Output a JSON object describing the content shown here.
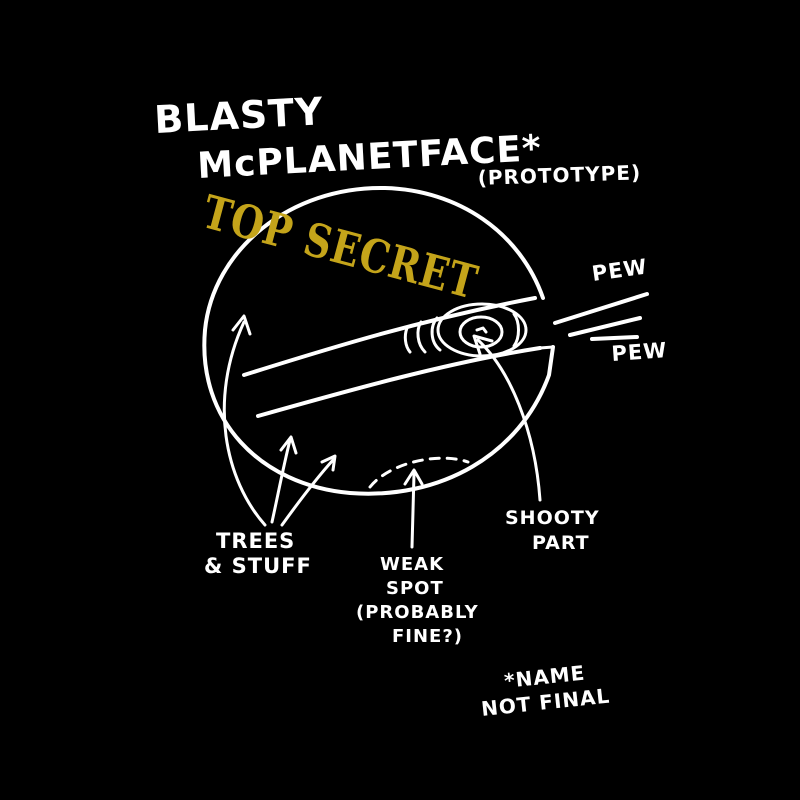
{
  "title": {
    "line1": "BLASTY",
    "line2": "McPLANETFACE*",
    "subtitle": "(PROTOTYPE)"
  },
  "stamp": {
    "text": "TOP SECRET"
  },
  "sound_effects": [
    "PEW",
    "PEW"
  ],
  "labels": {
    "trees": [
      "TREES",
      "& STUFF"
    ],
    "weak_spot": [
      "WEAK",
      "SPOT",
      "(PROBABLY",
      "FINE?)"
    ],
    "shooty_part": [
      "SHOOTY",
      "PART"
    ]
  },
  "footnote": [
    "*NAME",
    "NOT FINAL"
  ],
  "colors": {
    "background": "#000000",
    "ink": "#ffffff",
    "stamp": "#c4a41a"
  }
}
